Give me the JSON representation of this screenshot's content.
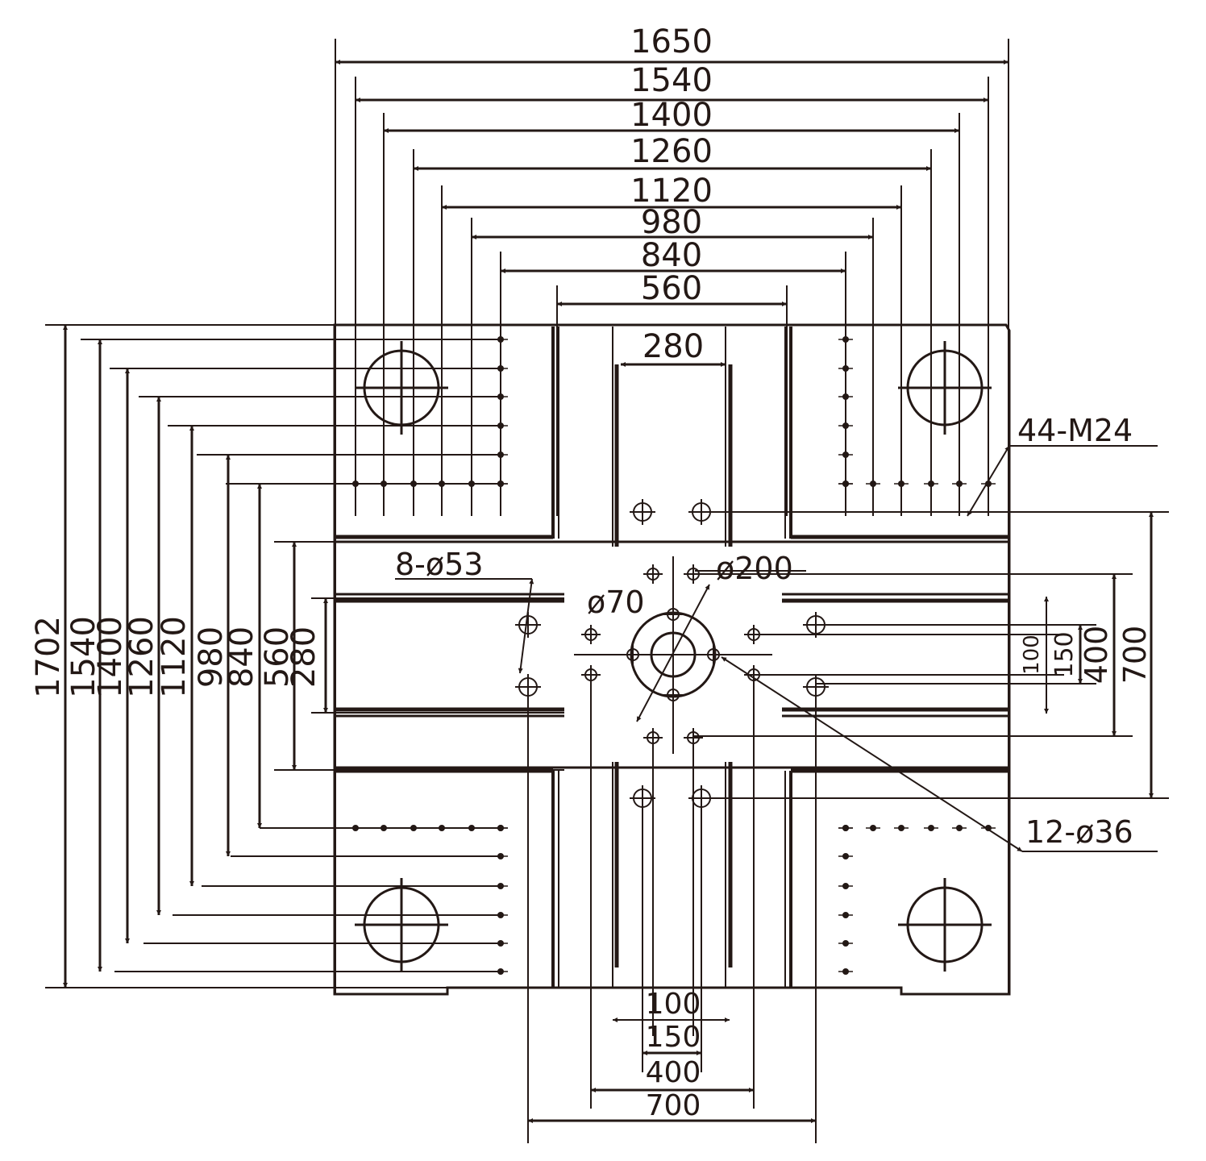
{
  "colors": {
    "ink": "#231815",
    "paper": "#ffffff"
  },
  "horizontal_dimensions": [
    "1650",
    "1540",
    "1400",
    "1260",
    "1120",
    "980",
    "840",
    "560",
    "280"
  ],
  "vertical_dimensions": [
    "1702",
    "1540",
    "1400",
    "1260",
    "1120",
    "980",
    "840",
    "560",
    "280"
  ],
  "right_dimensions": [
    "100",
    "150",
    "400",
    "700"
  ],
  "bottom_dimensions": [
    "100",
    "150",
    "400",
    "700"
  ],
  "callouts": {
    "holes_53": "8-ø53",
    "hole_70": "ø70",
    "hole_200": "ø200",
    "thread_m24": "44-M24",
    "holes_36": "12-ø36"
  }
}
